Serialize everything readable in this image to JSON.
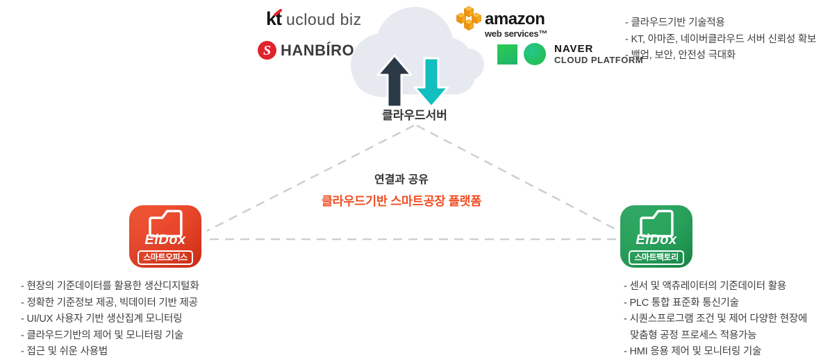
{
  "logos": {
    "kt": {
      "mark": "kt",
      "text": "ucloud biz"
    },
    "hanbiro": {
      "monogram": "S",
      "text": "HANBÍRO"
    },
    "amazon": {
      "name": "amazon",
      "tagline": "web services™"
    },
    "naver": {
      "name": "NAVER",
      "tagline": "CLOUD PLATFORM"
    }
  },
  "cloud": {
    "label": "클라우드서버"
  },
  "connection": {
    "title": "연결과 공유",
    "subtitle": "클라우드기반 스마트공장 플랫폼",
    "subtitle_color": "#f04e23"
  },
  "cloud_features": {
    "items": [
      "- 클라우드기반 기술적용",
      "- KT, 아마존, 네이버클라우드 서버 신뢰성 확보",
      "- 백업, 보안, 안전성 극대화"
    ]
  },
  "office_app": {
    "brand": "EiDox",
    "label": "스마트오피스",
    "color": "#e8442a"
  },
  "factory_app": {
    "brand": "EiDox",
    "label": "스마트팩토리",
    "color": "#28a35c"
  },
  "office_features": {
    "items": [
      "- 현장의 기준데이터를 활용한 생산디지털화",
      "- 정확한 기준정보 제공, 빅데이터 기반 제공",
      "- UI/UX 사용자 기반 생산집계 모니터링",
      "- 클라우드기반의 제어 및 모니터링 기술",
      "- 접근 및 쉬운 사용법"
    ]
  },
  "factory_features": {
    "items": [
      "- 센서 및 액츄레이터의 기준데이터 활용",
      "- PLC 통합 표준화 통신기술",
      "- 시퀀스프로그램 조건 및 제어 다양한 현장에",
      "맞춤형 공정 프로세스 적용가능",
      "- HMI 응용 제어 및 모니터링 기술"
    ]
  },
  "colors": {
    "connector": "#cfcfd4",
    "upload_arrow": "#2b3947",
    "download_arrow": "#13bebe",
    "cloud_shape": "#e7e9f0"
  }
}
